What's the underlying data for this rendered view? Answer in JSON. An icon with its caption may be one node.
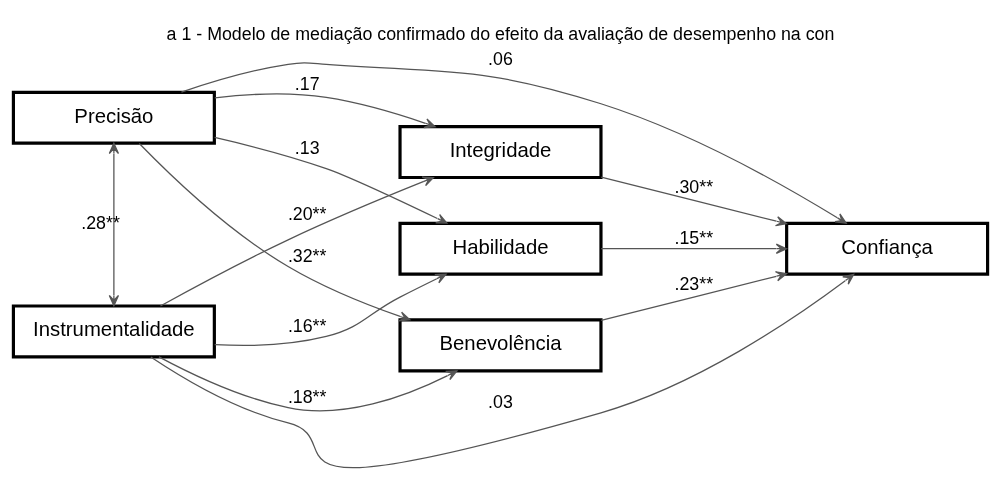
{
  "diagram": {
    "title": "a 1 - Modelo de mediação confirmado do efeito da avaliação de desempenho na con",
    "nodes": [
      {
        "text": [
          "Precisão"
        ]
      },
      {
        "text": [
          "Instrumentalidade"
        ]
      },
      {
        "text": [
          "Habilidade"
        ]
      },
      {
        "text": [
          "Benevolência"
        ]
      },
      {
        "text": [
          "Integridade"
        ]
      },
      {
        "text": [
          "Confiança"
        ]
      }
    ],
    "edges": [
      {
        "from": 0,
        "to": 1,
        "arrow": "both",
        "label": ".28**"
      },
      {
        "from": 0,
        "to": 2,
        "arrow": "to",
        "label": ".13"
      },
      {
        "from": 0,
        "to": 3,
        "arrow": "to",
        "label": ".32**"
      },
      {
        "from": 0,
        "to": 4,
        "arrow": "to",
        "label": ".17"
      },
      {
        "from": 1,
        "to": 2,
        "arrow": "to",
        "label": ".16**"
      },
      {
        "from": 1,
        "to": 3,
        "arrow": "to",
        "label": ".18**"
      },
      {
        "from": 1,
        "to": 4,
        "arrow": "to",
        "label": ".20**"
      },
      {
        "from": 0,
        "to": 5,
        "arrow": "to",
        "label": ".06"
      },
      {
        "from": 1,
        "to": 5,
        "arrow": "to",
        "label": ".03"
      },
      {
        "from": 2,
        "to": 5,
        "arrow": "to",
        "label": ".15**"
      },
      {
        "from": 3,
        "to": 5,
        "arrow": "to",
        "label": ".23**"
      },
      {
        "from": 4,
        "to": 5,
        "arrow": "to",
        "label": ".30**"
      }
    ]
  }
}
